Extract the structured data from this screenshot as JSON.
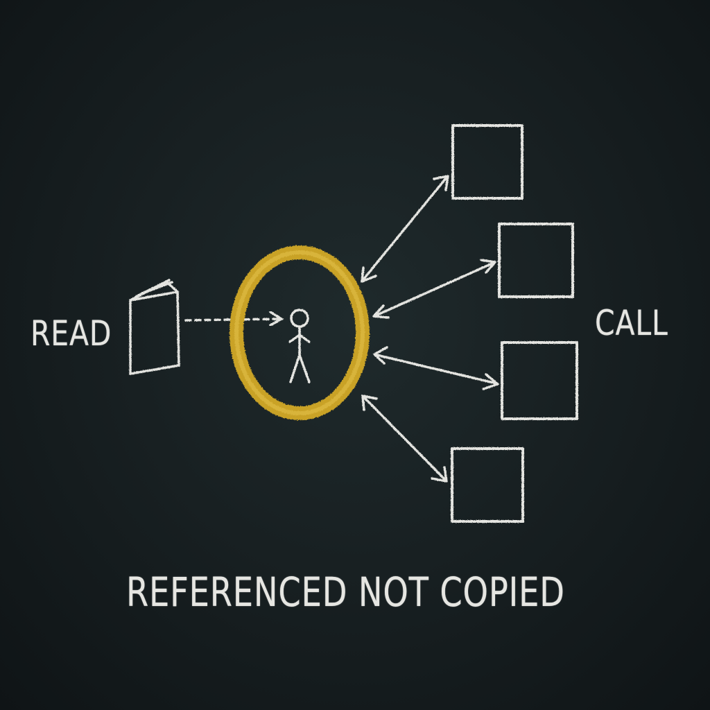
{
  "diagram": {
    "left_label": "READ",
    "right_label": "CALL",
    "caption": "REFERENCED NOT COPIED",
    "nodes": {
      "source": "book-icon",
      "center": "stick-figure-icon",
      "ring_color": "#c9a227",
      "targets": [
        "box",
        "box",
        "box",
        "box"
      ]
    },
    "colors": {
      "background": "#182022",
      "chalk": "#e6e6e2",
      "ring": "#c9a227"
    }
  }
}
